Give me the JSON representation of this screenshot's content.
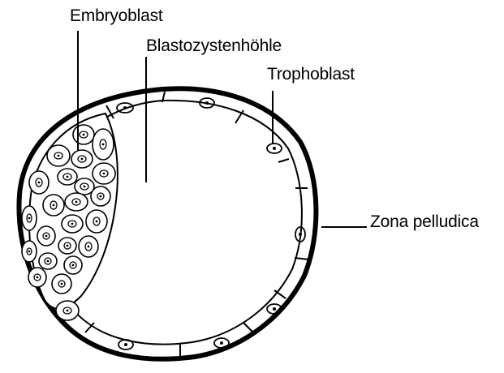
{
  "labels": {
    "embryoblast": "Embryoblast",
    "cavity": "Blastozystenhöhle",
    "trophoblast": "Trophoblast",
    "zona_pellucida": "Zona pelludica"
  },
  "colors": {
    "ink": "#000000",
    "fill": "#ffffff"
  }
}
